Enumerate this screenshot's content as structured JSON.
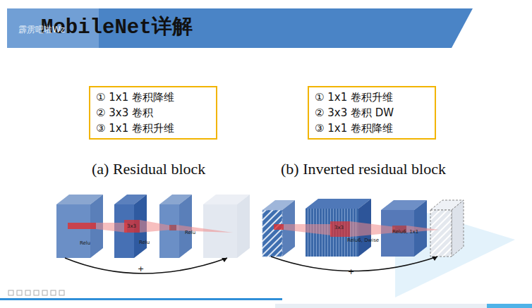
{
  "diagram": {
    "title": "MobileNet详解",
    "nodes": [
      {
        "text": [
          "① 1x1 卷积降维",
          "② 3x3 卷积",
          "③ 1x1 卷积升维"
        ]
      },
      {
        "text": [
          "① 1x1 卷积升维",
          "② 3x3 卷积 DW",
          "③ 1x1 卷积降维"
        ]
      }
    ],
    "labels": [
      "霹雳吧啦Wz",
      "(a) Residual block",
      "(b) Inverted residual block",
      "Relu",
      "3x3",
      "Relu",
      "Relu",
      "+",
      "3x3",
      "Relu6, Dwise",
      "Relu6, 1x1",
      "+"
    ]
  }
}
